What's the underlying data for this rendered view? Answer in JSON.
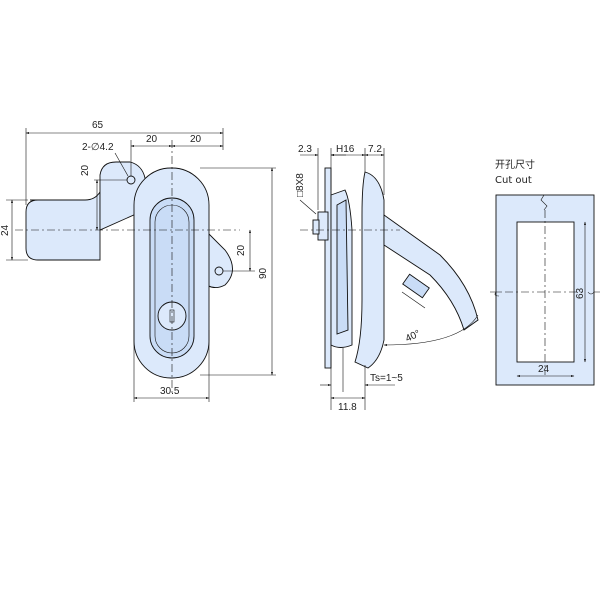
{
  "colors": {
    "part_fill": "#dce9fb",
    "part_fill_dark": "#c9dcf6",
    "line": "#111111",
    "background": "#ffffff"
  },
  "front_view": {
    "dim_overall_width": "65",
    "dim_hole_label": "2-∅4.2",
    "dim_top_20_a": "20",
    "dim_top_20_b": "20",
    "dim_left_20": "20",
    "dim_right_20": "20",
    "dim_left_24": "24",
    "dim_height_90": "90",
    "dim_body_width": "30.5"
  },
  "side_view": {
    "dim_2_3": "2.3",
    "dim_h16": "H16",
    "dim_7_2": "7.2",
    "dim_square": "□8X8",
    "dim_11_8": "11.8",
    "dim_ts": "Ts=1~5",
    "angle": "40°"
  },
  "cutout": {
    "title_cn": "开孔尺寸",
    "title_en": "Cut out",
    "dim_width": "24",
    "dim_height": "63"
  }
}
